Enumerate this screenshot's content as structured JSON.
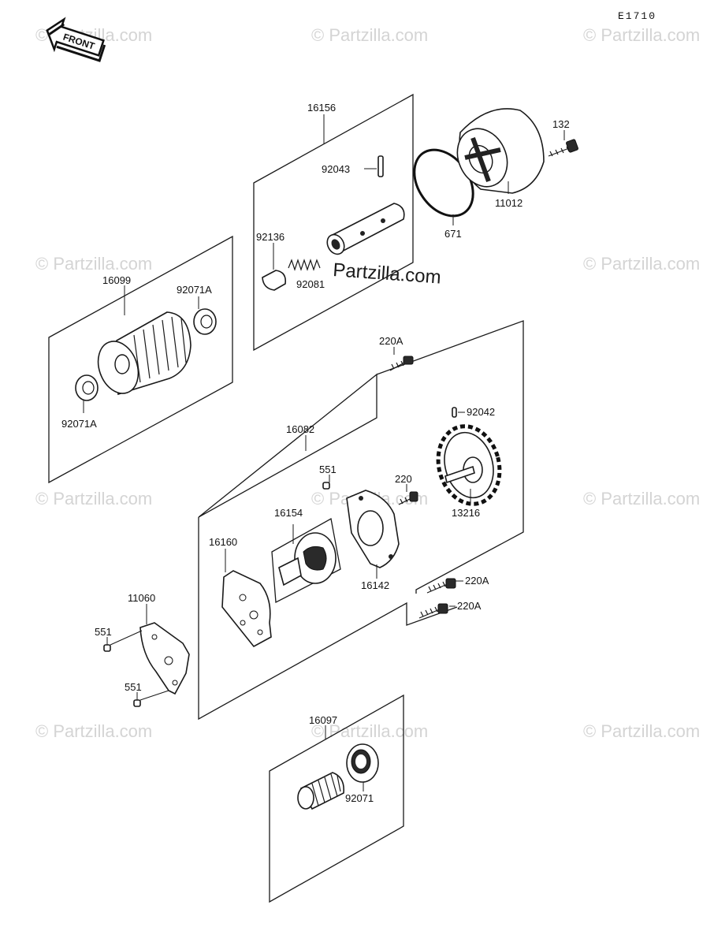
{
  "diagram_code": "E1710",
  "front_label": "FRONT",
  "watermark": "© Partzilla.com",
  "watermark_center": "Partzilla.com",
  "groups": {
    "relief_valve": "16156",
    "oil_filter": "16099",
    "oil_pump": "16082",
    "strainer": "16097"
  },
  "parts": {
    "pin_92043": "92043",
    "spring_92136": "92136",
    "spring_92081": "92081",
    "o_ring_671": "671",
    "cover_11012": "11012",
    "bolt_132": "132",
    "filter_16099": "16099",
    "seal_92071a_top": "92071A",
    "seal_92071a_bottom": "92071A",
    "bolt_220a_top": "220A",
    "pin_92042": "92042",
    "gear_13216": "13216",
    "pin_551_mid": "551",
    "bolt_220": "220",
    "rotor_16154": "16154",
    "body_16142": "16142",
    "plate_16160": "16160",
    "bolt_220a_right1": "220A",
    "bolt_220a_right2": "220A",
    "gasket_11060": "11060",
    "pin_551_left1": "551",
    "pin_551_left2": "551",
    "seal_92071": "92071"
  }
}
